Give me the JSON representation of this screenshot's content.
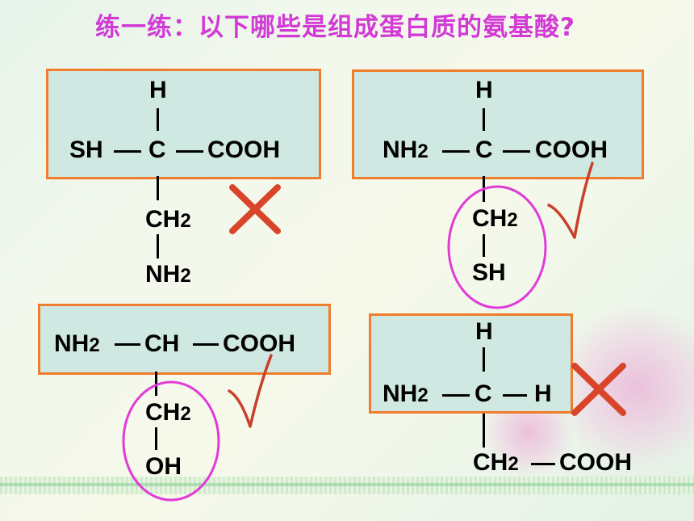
{
  "title": "练一练：以下哪些是组成蛋白质的氨基酸?",
  "molecules": [
    {
      "h_top": "H",
      "left_group": "SH",
      "center": "C",
      "right_group": "COOH",
      "chain": [
        "CH2",
        "NH2"
      ],
      "verdict": "cross"
    },
    {
      "h_top": "H",
      "left_group": "NH2",
      "center": "C",
      "right_group": "COOH",
      "chain": [
        "CH2",
        "SH"
      ],
      "verdict": "check"
    },
    {
      "left_group": "NH2",
      "center": "CH",
      "right_group": "COOH",
      "chain": [
        "CH2",
        "OH"
      ],
      "verdict": "check"
    },
    {
      "h_top": "H",
      "left_group": "NH2",
      "center": "C",
      "right_group": "H",
      "chain": [
        "CH2",
        "COOH"
      ],
      "verdict": "cross"
    }
  ],
  "colors": {
    "title": "#d23ad6",
    "box_fill": "#cfe8e2",
    "box_border": "#f07c2c",
    "cross": "#d8452a",
    "check": "#c8402a",
    "circle": "#e23ad8"
  }
}
